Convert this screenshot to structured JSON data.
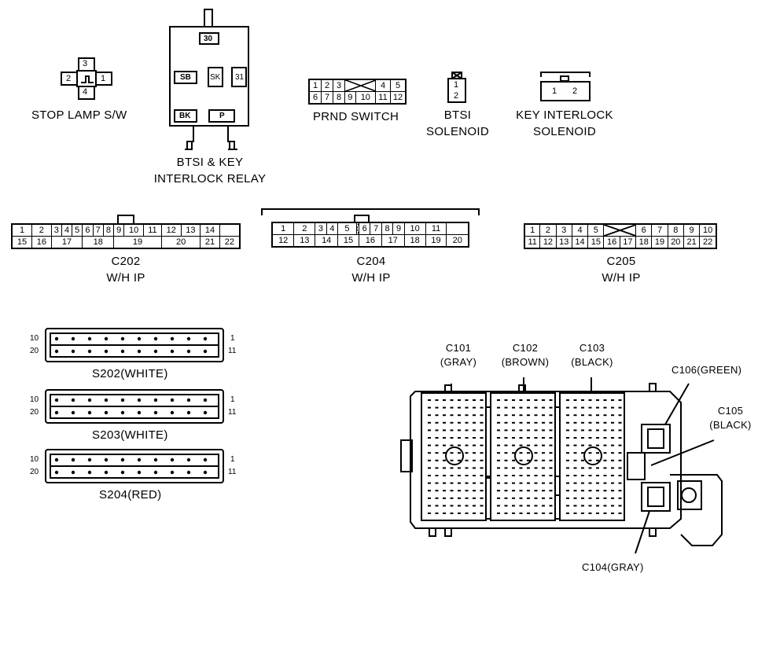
{
  "stop_lamp": {
    "label": "STOP LAMP S/W",
    "pins": [
      "3",
      "2",
      "1",
      "4"
    ]
  },
  "relay": {
    "label_line1": "BTSI & KEY",
    "label_line2": "INTERLOCK RELAY",
    "terminals": [
      "30",
      "SB",
      "SK",
      "31",
      "BK",
      "P"
    ]
  },
  "prnd": {
    "label": "PRND SWITCH",
    "row1": [
      "1",
      "2",
      "3",
      "",
      "4",
      "5"
    ],
    "row2": [
      "6",
      "7",
      "8",
      "9",
      "10",
      "11",
      "12"
    ]
  },
  "btsi": {
    "label_line1": "BTSI",
    "label_line2": "SOLENOID",
    "pins": [
      "1",
      "2"
    ]
  },
  "key_interlock": {
    "label_line1": "KEY INTERLOCK",
    "label_line2": "SOLENOID",
    "pins": [
      "1",
      "2"
    ]
  },
  "c202": {
    "name": "C202",
    "sub": "W/H  IP",
    "row1": [
      "1",
      "2",
      "3",
      "4",
      "5",
      "6",
      "7",
      "8",
      "9",
      "10",
      "11",
      "12",
      "13",
      "14"
    ],
    "row2": [
      "15",
      "16",
      "17",
      "18",
      "19",
      "20",
      "21",
      "22"
    ]
  },
  "c204": {
    "name": "C204",
    "sub": "W/H  IP",
    "row1": [
      "1",
      "2",
      "3",
      "4",
      "5",
      "",
      "6",
      "7",
      "8",
      "9",
      "10",
      "11"
    ],
    "row2": [
      "12",
      "13",
      "14",
      "15",
      "16",
      "17",
      "18",
      "19",
      "20"
    ]
  },
  "c205": {
    "name": "C205",
    "sub": "W/H  IP",
    "row1": [
      "1",
      "2",
      "3",
      "4",
      "5",
      "",
      "6",
      "7",
      "8",
      "9",
      "10"
    ],
    "row2": [
      "11",
      "12",
      "13",
      "14",
      "15",
      "16",
      "17",
      "18",
      "19",
      "20",
      "21",
      "22"
    ]
  },
  "s202": {
    "label": "S202(WHITE)",
    "pins": [
      "10",
      "20",
      "1",
      "11"
    ]
  },
  "s203": {
    "label": "S203(WHITE)",
    "pins": [
      "10",
      "20",
      "1",
      "11"
    ]
  },
  "s204": {
    "label": "S204(RED)",
    "pins": [
      "10",
      "20",
      "1",
      "11"
    ]
  },
  "fuse_block": {
    "c101": [
      "C101",
      "(GRAY)"
    ],
    "c102": [
      "C102",
      "(BROWN)"
    ],
    "c103": [
      "C103",
      "(BLACK)"
    ],
    "c106": "C106(GREEN)",
    "c105": [
      "C105",
      "(BLACK)"
    ],
    "c104": "C104(GRAY)"
  }
}
